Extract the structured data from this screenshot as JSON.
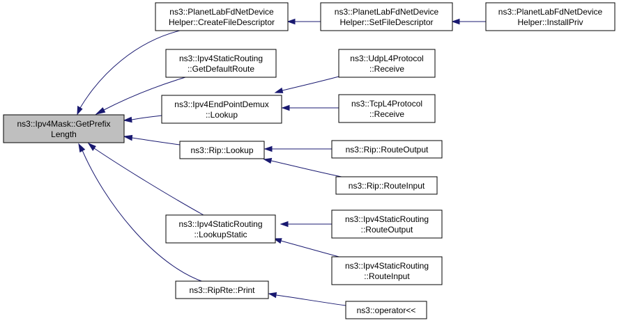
{
  "nodes": {
    "getprefixlength": [
      "ns3::Ipv4Mask::GetPrefix",
      "Length"
    ],
    "createfiledescriptor": [
      "ns3::PlanetLabFdNetDevice",
      "Helper::CreateFileDescriptor"
    ],
    "setfiledescriptor": [
      "ns3::PlanetLabFdNetDevice",
      "Helper::SetFileDescriptor"
    ],
    "installpriv": [
      "ns3::PlanetLabFdNetDevice",
      "Helper::InstallPriv"
    ],
    "getdefaultroute": [
      "ns3::Ipv4StaticRouting",
      "::GetDefaultRoute"
    ],
    "udpreceive": [
      "ns3::UdpL4Protocol",
      "::Receive"
    ],
    "endpointlookup": [
      "ns3::Ipv4EndPointDemux",
      "::Lookup"
    ],
    "tcpreceive": [
      "ns3::TcpL4Protocol",
      "::Receive"
    ],
    "riplookup": [
      "ns3::Rip::Lookup"
    ],
    "riprouteoutput": [
      "ns3::Rip::RouteOutput"
    ],
    "riprouteinput": [
      "ns3::Rip::RouteInput"
    ],
    "lookupstatic": [
      "ns3::Ipv4StaticRouting",
      "::LookupStatic"
    ],
    "staticrouteoutput": [
      "ns3::Ipv4StaticRouting",
      "::RouteOutput"
    ],
    "staticrouteinput": [
      "ns3::Ipv4StaticRouting",
      "::RouteInput"
    ],
    "ripprint": [
      "ns3::RipRte::Print"
    ],
    "operatorlshift": [
      "ns3::operator<<"
    ]
  },
  "edges": [
    {
      "from": "createfiledescriptor",
      "to": "getprefixlength"
    },
    {
      "from": "getdefaultroute",
      "to": "getprefixlength"
    },
    {
      "from": "endpointlookup",
      "to": "getprefixlength"
    },
    {
      "from": "riplookup",
      "to": "getprefixlength"
    },
    {
      "from": "lookupstatic",
      "to": "getprefixlength"
    },
    {
      "from": "ripprint",
      "to": "getprefixlength"
    },
    {
      "from": "setfiledescriptor",
      "to": "createfiledescriptor"
    },
    {
      "from": "installpriv",
      "to": "setfiledescriptor"
    },
    {
      "from": "udpreceive",
      "to": "endpointlookup"
    },
    {
      "from": "tcpreceive",
      "to": "endpointlookup"
    },
    {
      "from": "riprouteoutput",
      "to": "riplookup"
    },
    {
      "from": "riprouteinput",
      "to": "riplookup"
    },
    {
      "from": "staticrouteoutput",
      "to": "lookupstatic"
    },
    {
      "from": "staticrouteinput",
      "to": "lookupstatic"
    },
    {
      "from": "operatorlshift",
      "to": "ripprint"
    }
  ],
  "colors": {
    "edge": "#191970",
    "root_fill": "#bfbfbf",
    "node_fill": "#ffffff",
    "border": "#000000"
  }
}
